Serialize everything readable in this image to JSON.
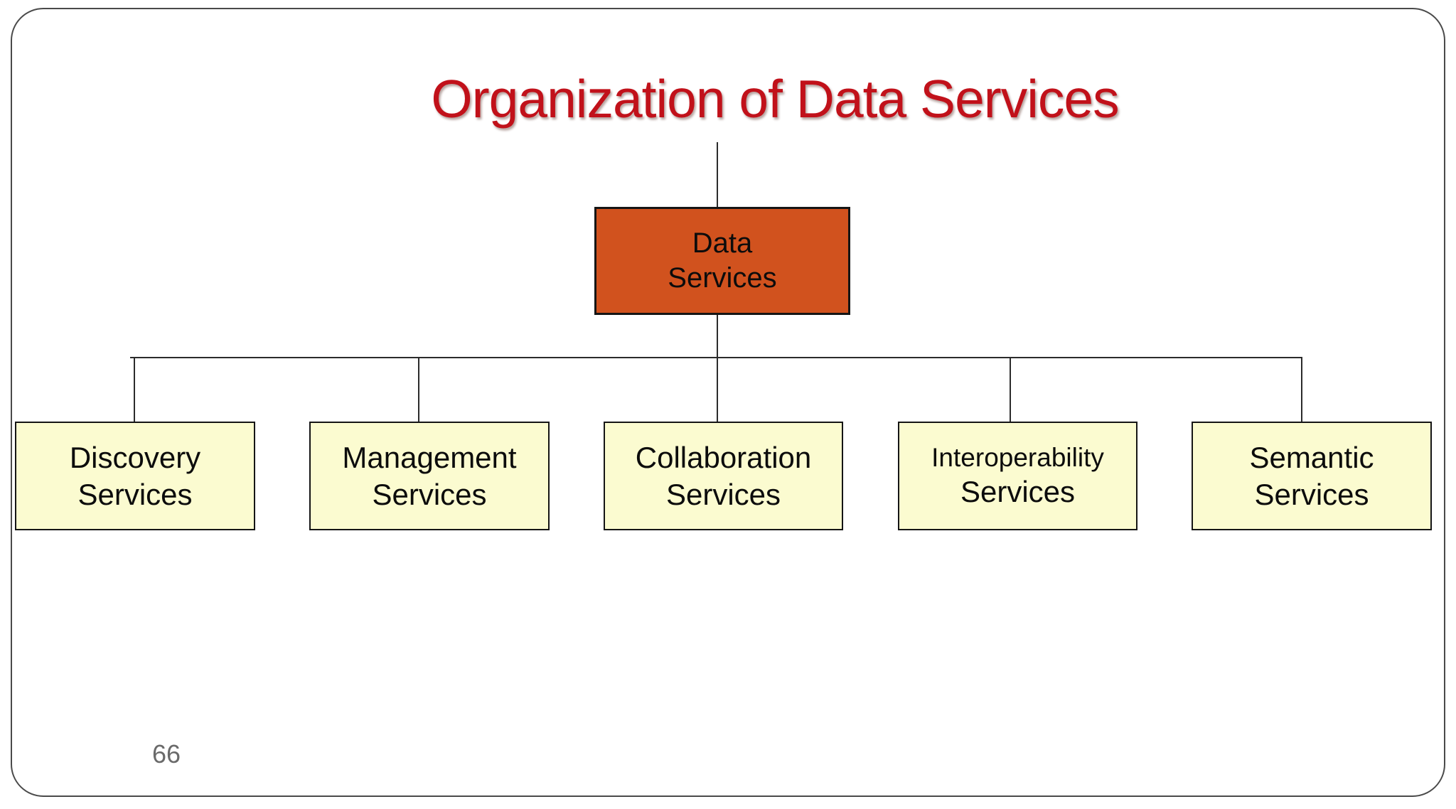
{
  "slide": {
    "title": "Organization of Data Services",
    "page_number": "66"
  },
  "colors": {
    "title_red": "#C1111A",
    "root_fill": "#D1521E",
    "child_fill": "#FBFBD0",
    "box_border": "#151515",
    "line_color": "#2b2b2b",
    "slide_border": "#4a4a4a",
    "page_gray": "#6a6a6a"
  },
  "diagram": {
    "type": "org-chart",
    "root": {
      "line1": "Data",
      "line2": "Services"
    },
    "children": [
      {
        "line1": "Discovery",
        "line2": "Services"
      },
      {
        "line1": "Management",
        "line2": "Services"
      },
      {
        "line1": "Collaboration",
        "line2": "Services"
      },
      {
        "line1": "Interoperability",
        "line2": "Services"
      },
      {
        "line1": "Semantic",
        "line2": "Services"
      }
    ]
  }
}
